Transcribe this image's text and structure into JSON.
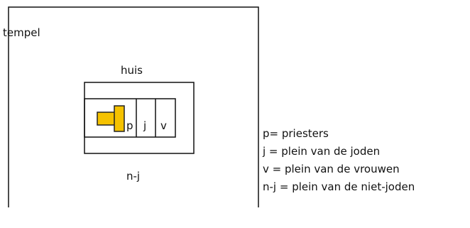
{
  "labels": {
    "tempel": "tempel",
    "huis": "huis",
    "n_j": "n-j",
    "p": "p",
    "j": "j",
    "v": "v"
  },
  "legend": {
    "p": "p= priesters",
    "j": "j = plein van de joden",
    "v": "v = plein van de vrouwen",
    "n_j": "n-j = plein van de niet-joden"
  },
  "colors": {
    "altar_fill": "#f5c200",
    "altar_stroke": "#222222",
    "line": "#111111"
  }
}
